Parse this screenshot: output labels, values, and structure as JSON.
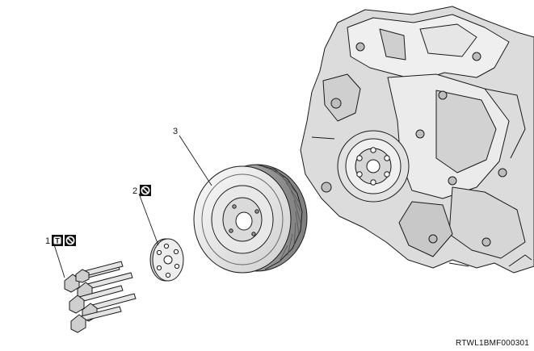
{
  "callouts": [
    {
      "number": "1",
      "badges": [
        "torque-icon",
        "do-not-reuse-icon"
      ]
    },
    {
      "number": "2",
      "badges": [
        "do-not-reuse-icon"
      ]
    },
    {
      "number": "3",
      "badges": []
    }
  ],
  "badge_glyphs": {
    "torque": "T"
  },
  "figure_id": "RTWL1BMF000301",
  "colors": {
    "line": "#1a1a1a",
    "metal_light": "#f2f2f2",
    "metal_mid": "#cfcfcf",
    "metal_dark": "#8a8a8a",
    "badge_bg": "#111111"
  }
}
